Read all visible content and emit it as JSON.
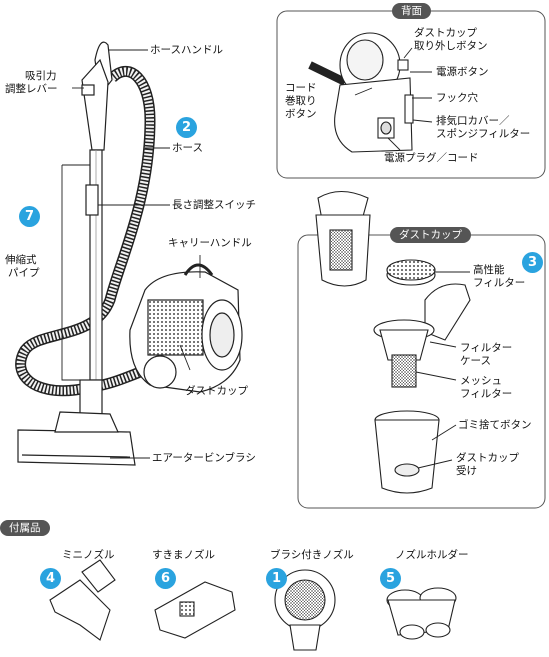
{
  "main_labels": {
    "hose_handle": "ホースハンドル",
    "suction_lever_1": "吸引力",
    "suction_lever_2": "調整レバー",
    "hose": "ホース",
    "length_switch": "長さ調整スイッチ",
    "telescopic_pipe_1": "伸縮式",
    "telescopic_pipe_2": "パイプ",
    "carry_handle": "キャリーハンドル",
    "dust_cup": "ダストカップ",
    "turbine_brush": "エアータービンブラシ"
  },
  "back_panel": {
    "title": "背面",
    "dust_cup_release_1": "ダストカップ",
    "dust_cup_release_2": "取り外しボタン",
    "power_button": "電源ボタン",
    "cord_rewind_1": "コード",
    "cord_rewind_2": "巻取り",
    "cord_rewind_3": "ボタン",
    "hook_hole": "フック穴",
    "exhaust_cover_1": "排気口カバー／",
    "exhaust_cover_2": "スポンジフィルター",
    "power_plug": "電源プラグ／コード"
  },
  "dust_cup_panel": {
    "title": "ダストカップ",
    "hepa_filter_1": "高性能",
    "hepa_filter_2": "フィルター",
    "filter_case_1": "フィルター",
    "filter_case_2": "ケース",
    "mesh_filter_1": "メッシュ",
    "mesh_filter_2": "フィルター",
    "dump_button": "ゴミ捨てボタン",
    "cup_receiver_1": "ダストカップ",
    "cup_receiver_2": "受け"
  },
  "accessories": {
    "title": "付属品",
    "items": [
      {
        "number": "4",
        "label": "ミニノズル"
      },
      {
        "number": "6",
        "label": "すきまノズル"
      },
      {
        "number": "1",
        "label": "ブラシ付きノズル"
      },
      {
        "number": "5",
        "label": "ノズルホルダー"
      }
    ]
  },
  "callout_numbers": {
    "hose": "2",
    "pipe": "7",
    "filter": "3"
  },
  "colors": {
    "badge": "#2aa3df",
    "pill": "#555555",
    "line": "#222222"
  }
}
